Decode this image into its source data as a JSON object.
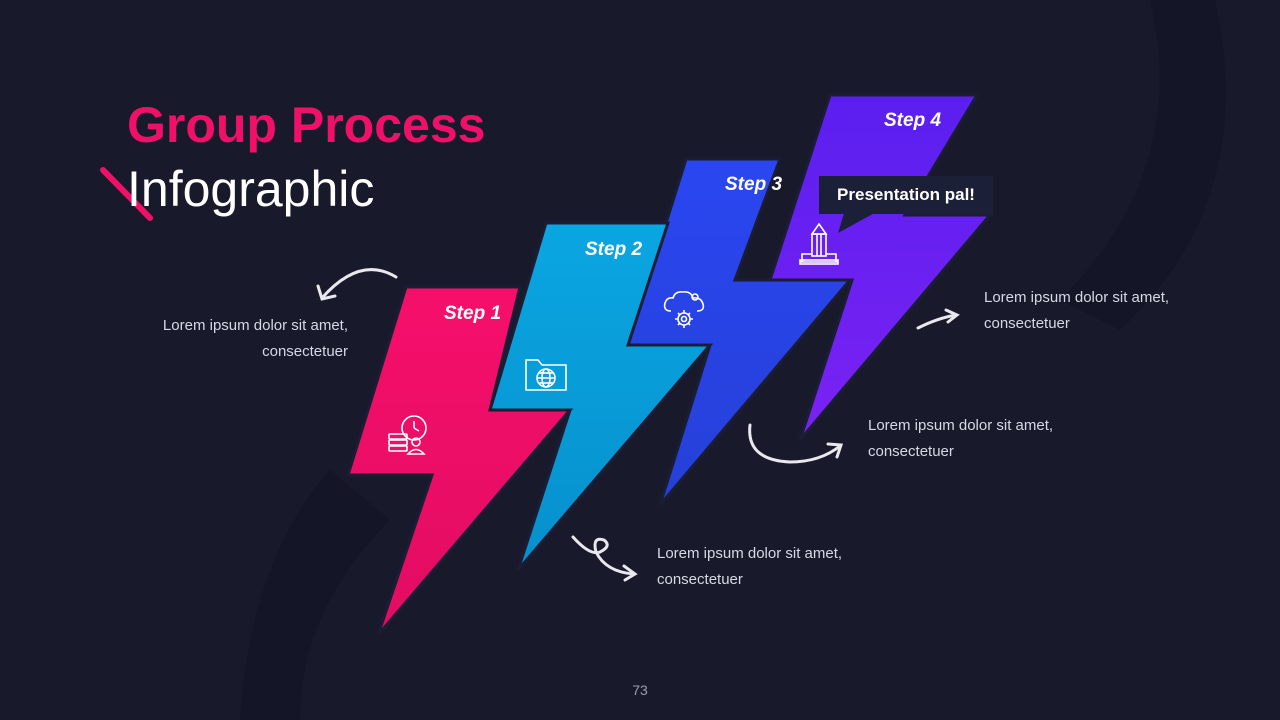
{
  "title": {
    "line1": "Group Process",
    "line2": "Infographic"
  },
  "colors": {
    "background": "#181a2c",
    "step1": "#f20f6a",
    "step2": "#0aa6e2",
    "step3": "#2549ef",
    "step4": "#6a20f0",
    "title_accent": "#f0106a"
  },
  "steps": [
    {
      "label": "Step 1",
      "icon": "timer-person-icon",
      "description": "Lorem ipsum dolor sit amet, consectetuer"
    },
    {
      "label": "Step 2",
      "icon": "folder-globe-icon",
      "description": "Lorem ipsum dolor sit amet, consectetuer"
    },
    {
      "label": "Step 3",
      "icon": "gears-cloud-icon",
      "description": "Lorem ipsum dolor sit amet, consectetuer"
    },
    {
      "label": "Step 4",
      "icon": "pencil-tower-icon",
      "description": "Lorem ipsum dolor sit amet, consectetuer"
    }
  ],
  "callout": "Presentation pal!",
  "page_number": "73"
}
